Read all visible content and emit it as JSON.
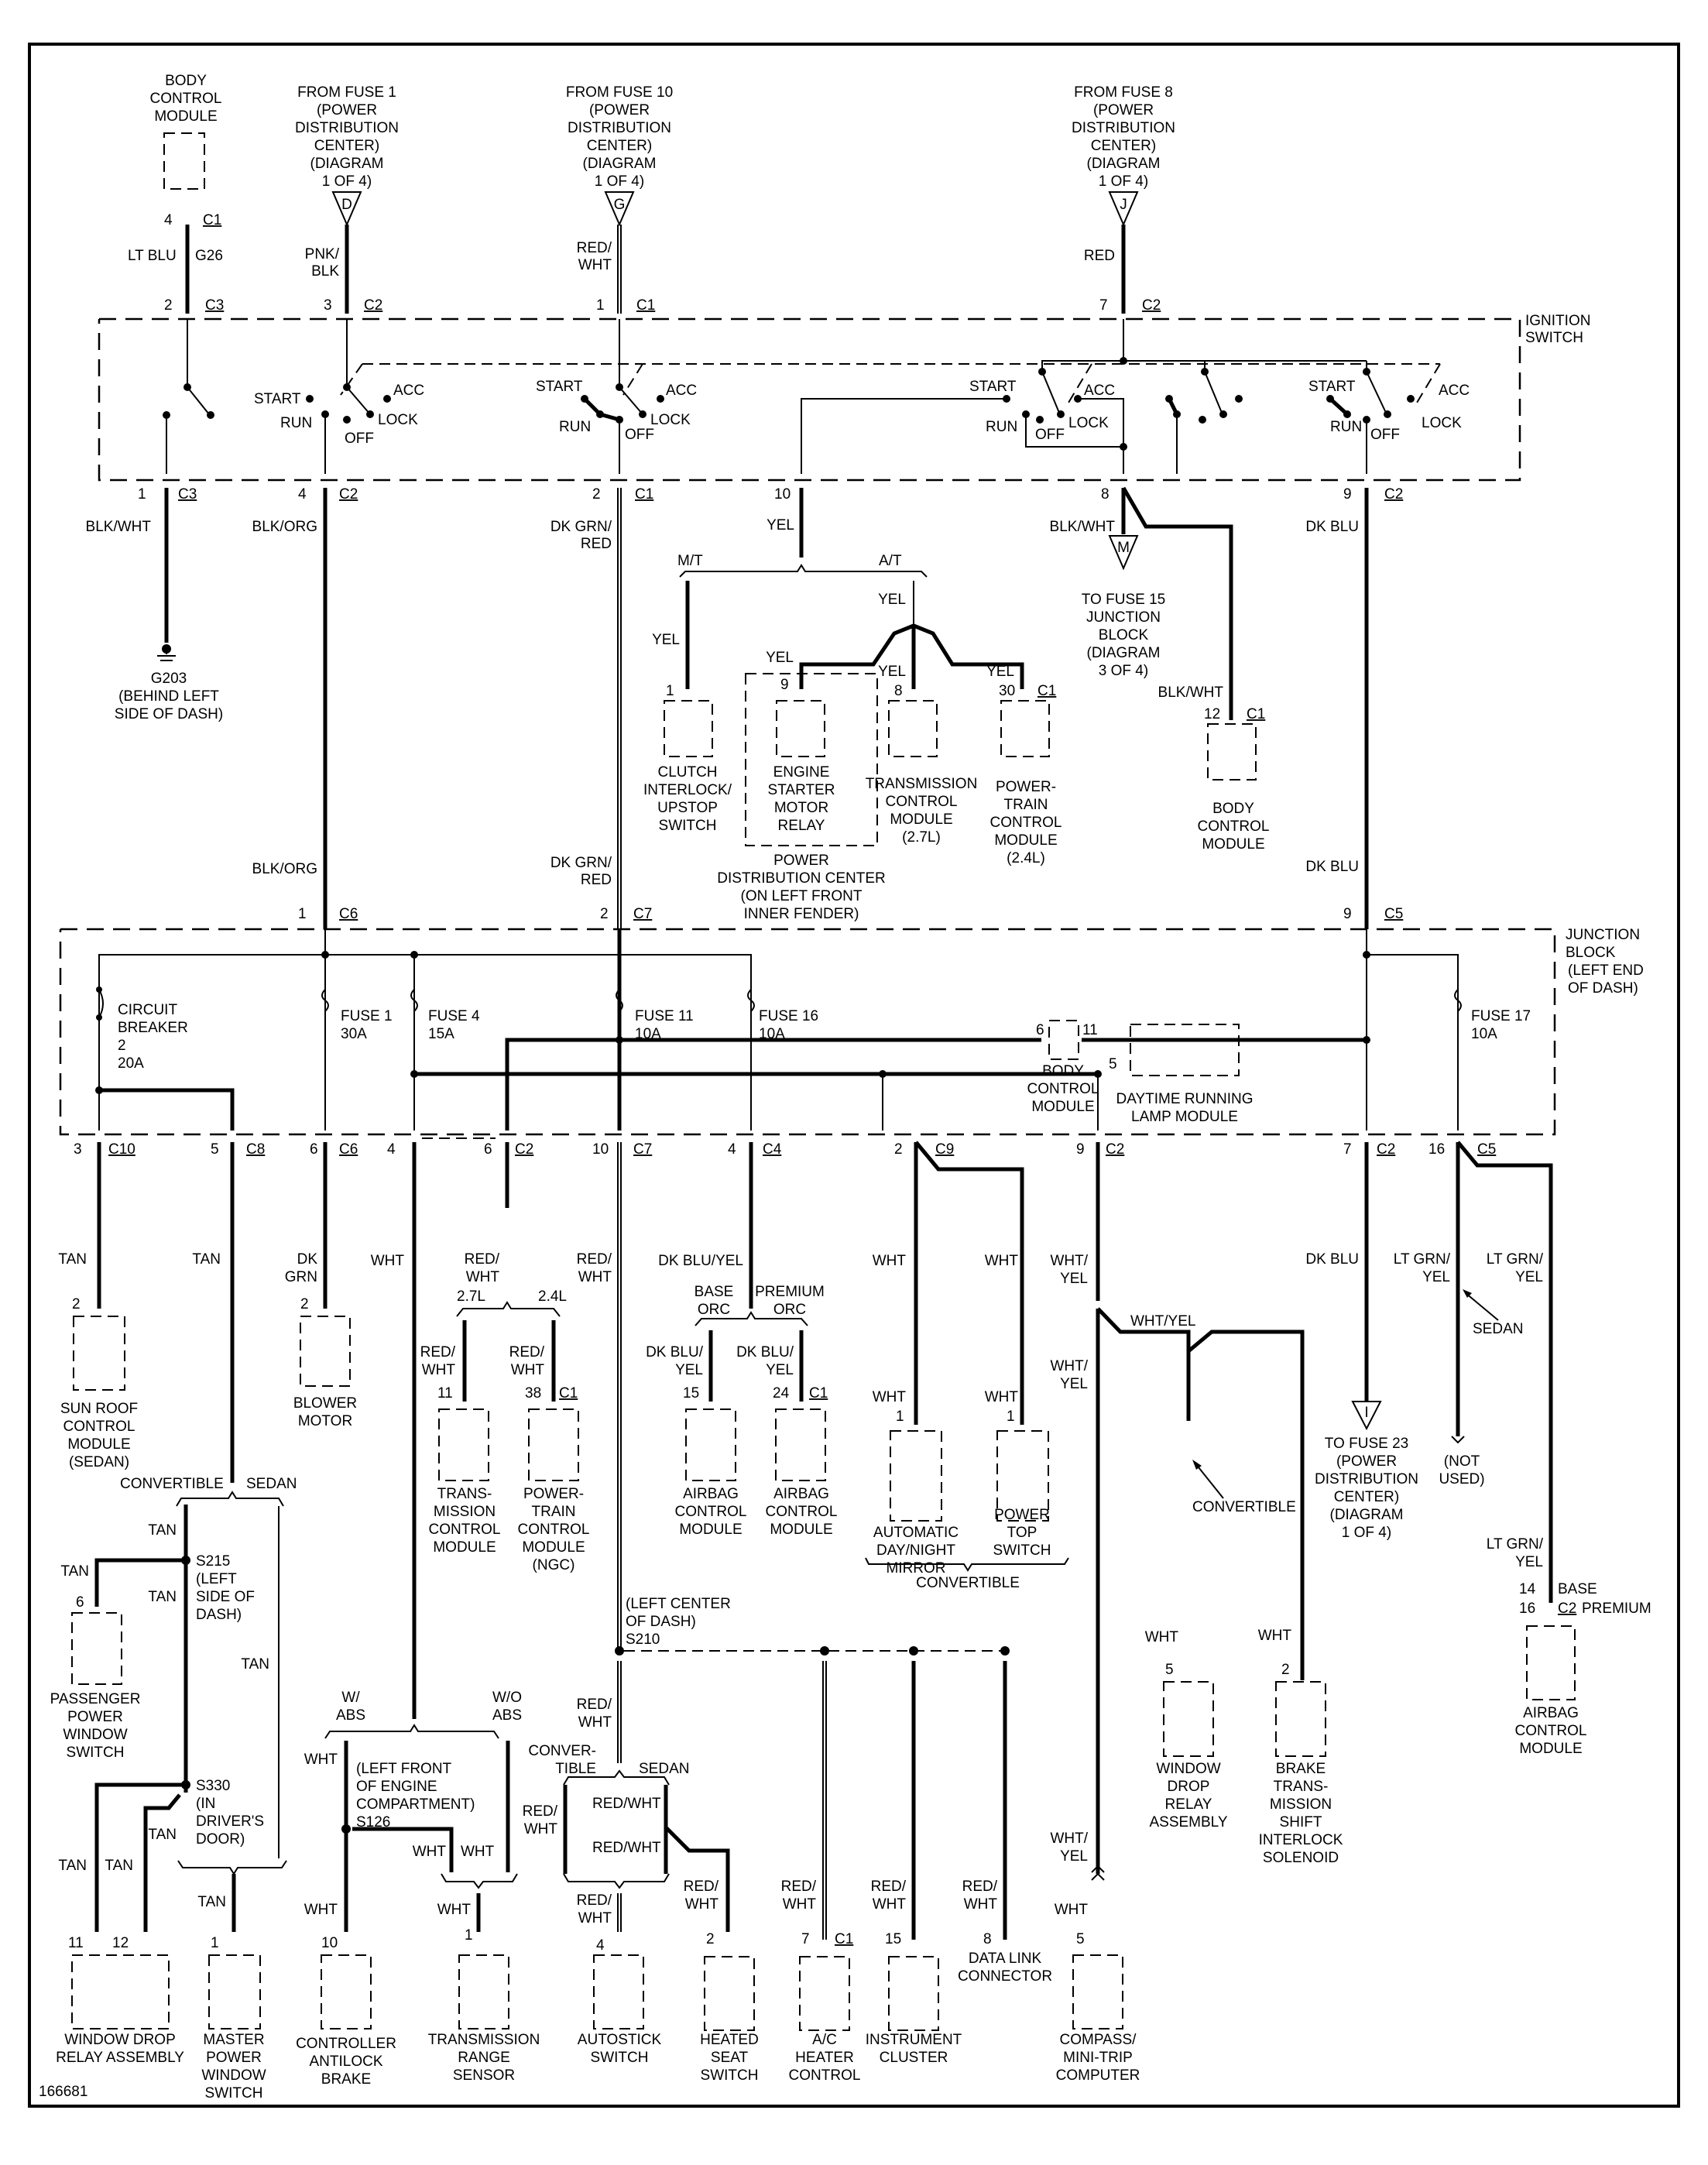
{
  "figure_id": "166681",
  "top_sources": {
    "bcm": [
      "BODY",
      "CONTROL",
      "MODULE"
    ],
    "fuse1": [
      "FROM FUSE 1",
      "(POWER",
      "DISTRIBUTION",
      "CENTER)",
      "(DIAGRAM",
      "1 OF 4)"
    ],
    "fuse10": [
      "FROM FUSE 10",
      "(POWER",
      "DISTRIBUTION",
      "CENTER)",
      "(DIAGRAM",
      "1 OF 4)"
    ],
    "fuse8": [
      "FROM FUSE 8",
      "(POWER",
      "DISTRIBUTION",
      "CENTER)",
      "(DIAGRAM",
      "1 OF 4)"
    ],
    "letters": {
      "fuse1": "D",
      "fuse10": "G",
      "fuse8": "J",
      "to_fuse15": "M",
      "to_fuse23": "I"
    }
  },
  "top_wires": {
    "bcm_pin": "4",
    "bcm_conn": "C1",
    "bcm_color": "LT BLU",
    "bcm_circuit": "G26",
    "bcm_ign_pin": "2",
    "bcm_ign_conn": "C3",
    "fuse1_color": [
      "PNK/",
      "BLK"
    ],
    "fuse1_pin": "3",
    "fuse1_conn": "C2",
    "fuse10_color": [
      "RED/",
      "WHT"
    ],
    "fuse10_pin": "1",
    "fuse10_conn": "C1",
    "fuse8_color": "RED",
    "fuse8_pin": "7",
    "fuse8_conn": "C2"
  },
  "ignition_switch": {
    "label": [
      "IGNITION",
      "SWITCH"
    ],
    "positions": {
      "start": "START",
      "run": "RUN",
      "off": "OFF",
      "acc": "ACC",
      "lock": "LOCK"
    }
  },
  "ignition_outputs": [
    {
      "pin": "1",
      "conn": "C3",
      "color": "BLK/WHT"
    },
    {
      "pin": "4",
      "conn": "C2",
      "color": "BLK/ORG"
    },
    {
      "pin": "2",
      "conn": "C1",
      "color": [
        "DK GRN/",
        "RED"
      ]
    },
    {
      "pin": "10",
      "conn": "",
      "color": "YEL"
    },
    {
      "pin": "8",
      "conn": "",
      "color": "BLK/WHT"
    },
    {
      "pin": "9",
      "conn": "C2",
      "color": "DK BLU"
    }
  ],
  "ground": {
    "id": "G203",
    "desc": [
      "(BEHIND LEFT",
      "SIDE OF DASH)"
    ]
  },
  "start_circuit": {
    "mt": "M/T",
    "at": "A/T",
    "yel": "YEL",
    "clutch": {
      "pin": "1",
      "name": [
        "CLUTCH",
        "INTERLOCK/",
        "UPSTOP",
        "SWITCH"
      ]
    },
    "relay": {
      "pin": "9",
      "name": [
        "ENGINE",
        "STARTER",
        "MOTOR",
        "RELAY"
      ]
    },
    "pdc": [
      "POWER",
      "DISTRIBUTION CENTER",
      "(ON LEFT FRONT",
      "INNER FENDER)"
    ],
    "tcm": {
      "pin": "8",
      "name": [
        "TRANSMISSION",
        "CONTROL",
        "MODULE",
        "(2.7L)"
      ]
    },
    "pcm": {
      "pin": "30",
      "conn": "C1",
      "name": [
        "POWER-",
        "TRAIN",
        "CONTROL",
        "MODULE",
        "(2.4L)"
      ]
    }
  },
  "acc_circuit": {
    "to_fuse15": [
      "TO FUSE 15",
      "JUNCTION",
      "BLOCK",
      "(DIAGRAM",
      "3 OF 4)"
    ],
    "bcm": {
      "pin": "12",
      "conn": "C1",
      "color": "BLK/WHT",
      "name": [
        "BODY",
        "CONTROL",
        "MODULE"
      ]
    }
  },
  "jb_inputs": [
    {
      "pin": "1",
      "conn": "C6",
      "color": "BLK/ORG"
    },
    {
      "pin": "2",
      "conn": "C7",
      "color": [
        "DK GRN/",
        "RED"
      ]
    },
    {
      "pin": "9",
      "conn": "C5",
      "color": "DK BLU"
    }
  ],
  "junction_block": {
    "label": [
      "JUNCTION",
      "BLOCK",
      "(LEFT END",
      "OF DASH)"
    ],
    "cb2": [
      "CIRCUIT",
      "BREAKER",
      "2",
      "20A"
    ],
    "fuse1": [
      "FUSE 1",
      "30A"
    ],
    "fuse4": [
      "FUSE 4",
      "15A"
    ],
    "fuse11": [
      "FUSE 11",
      "10A"
    ],
    "fuse16": [
      "FUSE 16",
      "10A"
    ],
    "fuse17": [
      "FUSE 17",
      "10A"
    ],
    "bcm": {
      "name": [
        "BODY",
        "CONTROL",
        "MODULE"
      ],
      "pin_in": "6",
      "pin_out": "11"
    },
    "drl": {
      "name": [
        "DAYTIME RUNNING",
        "LAMP MODULE"
      ],
      "pin": "5"
    }
  },
  "jb_outputs": [
    {
      "pin": "3",
      "conn": "C10",
      "color": "TAN"
    },
    {
      "pin": "5",
      "conn": "C8",
      "color": "TAN"
    },
    {
      "pin": "6",
      "conn": "C6",
      "color": [
        "DK",
        "GRN"
      ]
    },
    {
      "pin": "4",
      "conn": "",
      "color": "WHT"
    },
    {
      "pin": "6",
      "conn": "C2",
      "color": [
        "RED/",
        "WHT"
      ]
    },
    {
      "pin": "10",
      "conn": "C7",
      "color": [
        "RED/",
        "WHT"
      ]
    },
    {
      "pin": "4",
      "conn": "C4",
      "color": "DK BLU/YEL"
    },
    {
      "pin": "2",
      "conn": "C9",
      "color": "WHT"
    },
    {
      "pin": "9",
      "conn": "C2",
      "color": [
        "WHT/",
        "YEL"
      ]
    },
    {
      "pin": "7",
      "conn": "C2",
      "color": "DK BLU"
    },
    {
      "pin": "16",
      "conn": "C5",
      "color": [
        "LT GRN/",
        "YEL"
      ]
    }
  ],
  "loads": {
    "sunroof": {
      "pin": "2",
      "name": [
        "SUN ROOF",
        "CONTROL",
        "MODULE",
        "(SEDAN)"
      ]
    },
    "blower": {
      "pin": "2",
      "name": [
        "BLOWER",
        "MOTOR"
      ]
    },
    "tcm": {
      "pin": "11",
      "color": [
        "RED/",
        "WHT"
      ],
      "variant": "2.7L",
      "name": [
        "TRANS-",
        "MISSION",
        "CONTROL",
        "MODULE"
      ]
    },
    "pcm": {
      "pin": "38",
      "conn": "C1",
      "color": [
        "RED/",
        "WHT"
      ],
      "variant": "2.4L",
      "name": [
        "POWER-",
        "TRAIN",
        "CONTROL",
        "MODULE",
        "(NGC)"
      ]
    },
    "airbag_base": {
      "pin": "15",
      "color": [
        "DK BLU/",
        "YEL"
      ],
      "variant": [
        "BASE",
        "ORC"
      ],
      "name": [
        "AIRBAG",
        "CONTROL",
        "MODULE"
      ]
    },
    "airbag_prem": {
      "pin": "24",
      "conn": "C1",
      "color": [
        "DK BLU/",
        "YEL"
      ],
      "variant": [
        "PREMIUM",
        "ORC"
      ],
      "name": [
        "AIRBAG",
        "CONTROL",
        "MODULE"
      ]
    },
    "mirror": {
      "pin": "1",
      "color": "WHT",
      "name": [
        "AUTOMATIC",
        "DAY/NIGHT",
        "MIRROR"
      ]
    },
    "top_switch": {
      "pin": "1",
      "color": "WHT",
      "name": [
        "POWER",
        "TOP",
        "SWITCH"
      ]
    },
    "convertible_brace": "CONVERTIBLE",
    "to_fuse23": [
      "TO FUSE 23",
      "(POWER",
      "DISTRIBUTION",
      "CENTER)",
      "(DIAGRAM",
      "1 OF 4)"
    ],
    "not_used": [
      "(NOT",
      "USED)"
    ],
    "sedan_note": "SEDAN",
    "convertible_note": "CONVERTIBLE",
    "wht_yel": "WHT/YEL",
    "window_drop_relay_r": {
      "pin": "5",
      "color": "WHT",
      "name": [
        "WINDOW",
        "DROP",
        "RELAY",
        "ASSEMBLY"
      ]
    },
    "brake_trans": {
      "pin": "2",
      "color": "WHT",
      "name": [
        "BRAKE",
        "TRANS-",
        "MISSION",
        "SHIFT",
        "INTERLOCK",
        "SOLENOID"
      ]
    },
    "airbag_r": {
      "color": [
        "LT GRN/",
        "YEL"
      ],
      "pin_base": "14",
      "pin_prem": "16",
      "conn": "C2",
      "base": "BASE",
      "prem": "PREMIUM",
      "name": [
        "AIRBAG",
        "CONTROL",
        "MODULE"
      ]
    },
    "tan_branch": {
      "convertible": "CONVERTIBLE",
      "sedan": "SEDAN",
      "tan": "TAN"
    },
    "s215": [
      "S215",
      "(LEFT",
      "SIDE OF",
      "DASH)"
    ],
    "pass_window": {
      "pin": "6",
      "name": [
        "PASSENGER",
        "POWER",
        "WINDOW",
        "SWITCH"
      ]
    },
    "s330": [
      "S330",
      "(IN",
      "DRIVER'S",
      "DOOR)"
    ],
    "window_drop_relay_l": {
      "pins": [
        "11",
        "12"
      ],
      "name": [
        "WINDOW DROP",
        "RELAY ASSEMBLY"
      ]
    },
    "master_window": {
      "pin": "1",
      "name": [
        "MASTER",
        "POWER",
        "WINDOW",
        "SWITCH"
      ]
    },
    "abs_branch": {
      "w": [
        "W/",
        "ABS"
      ],
      "wo": [
        "W/O",
        "ABS"
      ]
    },
    "s126": [
      "(LEFT FRONT",
      "OF ENGINE",
      "COMPARTMENT)",
      "S126"
    ],
    "cab": {
      "pin": "10",
      "name": [
        "CONTROLLER",
        "ANTILOCK",
        "BRAKE"
      ]
    },
    "trs": {
      "pin": "1",
      "name": [
        "TRANSMISSION",
        "RANGE",
        "SENSOR"
      ]
    },
    "s210": [
      "(LEFT CENTER",
      "OF DASH)",
      "S210"
    ],
    "conv_sedan": {
      "conv": [
        "CONVER-",
        "TIBLE"
      ],
      "sedan": "SEDAN"
    },
    "autostick": {
      "pin": "4",
      "name": [
        "AUTOSTICK",
        "SWITCH"
      ]
    },
    "heated_seat": {
      "pin": "2",
      "name": [
        "HEATED",
        "SEAT",
        "SWITCH"
      ]
    },
    "ac_heater": {
      "pin": "7",
      "conn": "C1",
      "name": [
        "A/C",
        "HEATER",
        "CONTROL"
      ]
    },
    "cluster": {
      "pin": "15",
      "name": [
        "INSTRUMENT",
        "CLUSTER"
      ]
    },
    "dlc": {
      "pin": "8",
      "name": [
        "DATA LINK",
        "CONNECTOR"
      ]
    },
    "compass": {
      "pin": "5",
      "color": "WHT",
      "name": [
        "COMPASS/",
        "MINI-TRIP",
        "COMPUTER"
      ]
    }
  },
  "colors": {
    "ink": "#000000",
    "paper": "#ffffff"
  }
}
